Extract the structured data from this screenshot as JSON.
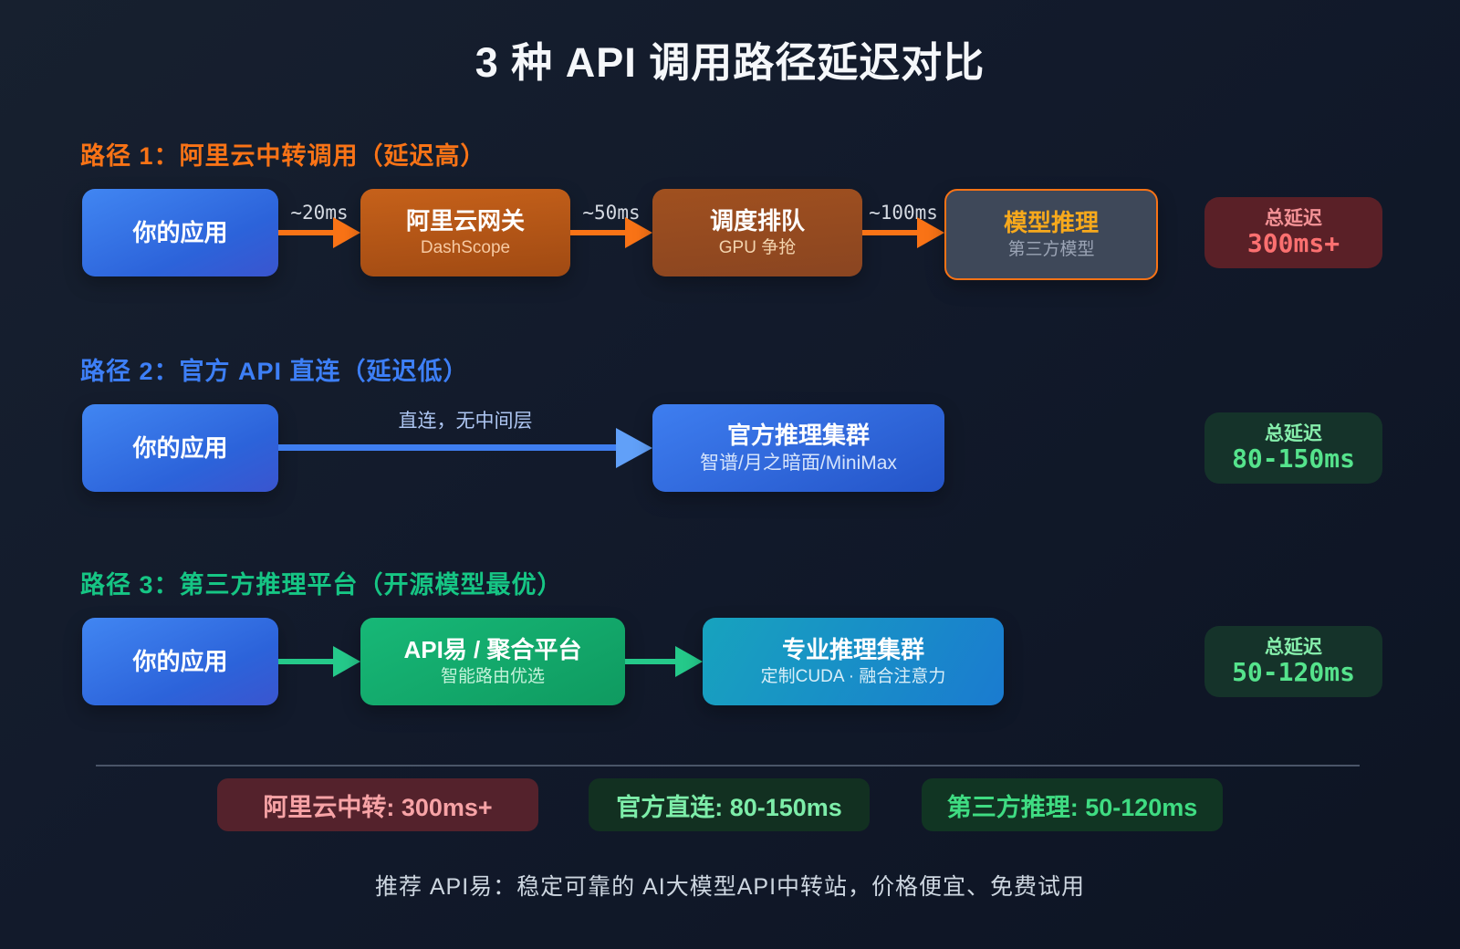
{
  "title": "3 种 API 调用路径延迟对比",
  "colors": {
    "background": "#121a2b",
    "path1_accent": "#f97316",
    "path2_accent": "#3d7ff7",
    "path3_accent": "#16c584",
    "total_high_text": "#fb7070",
    "total_low_text": "#55e38c"
  },
  "paths": [
    {
      "header": "路径 1：阿里云中转调用（延迟高）",
      "nodes": [
        {
          "title": "你的应用"
        },
        {
          "title": "阿里云网关",
          "subtitle": "DashScope"
        },
        {
          "title": "调度排队",
          "subtitle": "GPU 争抢"
        },
        {
          "title": "模型推理",
          "subtitle": "第三方模型"
        }
      ],
      "arrows": [
        {
          "label": "~20ms"
        },
        {
          "label": "~50ms"
        },
        {
          "label": "~100ms"
        }
      ],
      "total": {
        "label": "总延迟",
        "value": "300ms+"
      }
    },
    {
      "header": "路径 2：官方 API 直连（延迟低）",
      "nodes": [
        {
          "title": "你的应用"
        },
        {
          "title": "官方推理集群",
          "subtitle": "智谱/月之暗面/MiniMax"
        }
      ],
      "arrows": [
        {
          "label": "直连，无中间层"
        }
      ],
      "total": {
        "label": "总延迟",
        "value": "80-150ms"
      }
    },
    {
      "header": "路径 3：第三方推理平台（开源模型最优）",
      "nodes": [
        {
          "title": "你的应用"
        },
        {
          "title": "API易 / 聚合平台",
          "subtitle": "智能路由优选"
        },
        {
          "title": "专业推理集群",
          "subtitle": "定制CUDA · 融合注意力"
        }
      ],
      "arrows": [
        {
          "label": ""
        },
        {
          "label": ""
        }
      ],
      "total": {
        "label": "总延迟",
        "value": "50-120ms"
      }
    }
  ],
  "summary": [
    {
      "text": "阿里云中转: 300ms+"
    },
    {
      "text": "官方直连: 80-150ms"
    },
    {
      "text": "第三方推理: 50-120ms"
    }
  ],
  "footer": "推荐 API易：稳定可靠的 AI大模型API中转站，价格便宜、免费试用"
}
